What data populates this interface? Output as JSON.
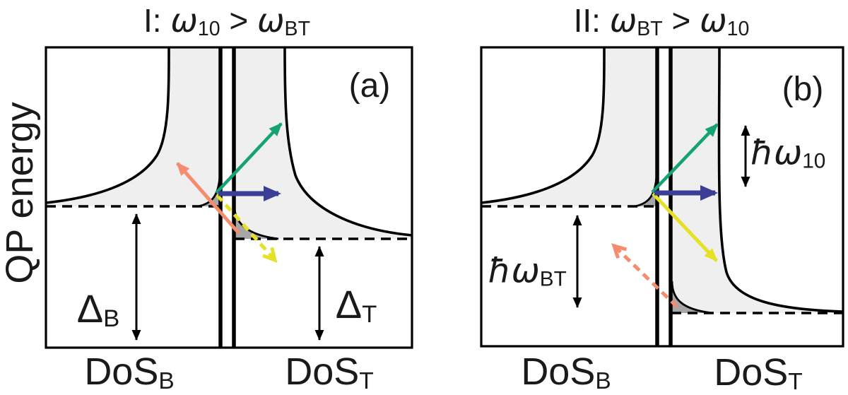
{
  "y_axis_label": "QP energy",
  "colors": {
    "green": "#16A374",
    "blue": "#3A3E96",
    "orange": "#F48C6D",
    "yellow": "#E4E126",
    "lightgray": "#EFEFEF",
    "darkgray": "#A6A6A6",
    "line": "#000000",
    "ink": "#1A1A1A"
  },
  "panel_a": {
    "marker": "(a)",
    "title": {
      "prefix": "I: ",
      "lhs": "ω",
      "lhs_sub": "10",
      "rel": " > ",
      "rhs": "ω",
      "rhs_sub": "BT"
    },
    "gap_left_label": {
      "base": "Δ",
      "sub": "B"
    },
    "gap_right_label": {
      "base": "Δ",
      "sub": "T"
    },
    "axis_left_label": {
      "base": "DoS",
      "sub": "B"
    },
    "axis_right_label": {
      "base": "DoS",
      "sub": "T"
    }
  },
  "panel_b": {
    "marker": "(b)",
    "title": {
      "prefix": "II: ",
      "lhs": "ω",
      "lhs_sub": "BT",
      "rel": " > ",
      "rhs": "ω",
      "rhs_sub": "10"
    },
    "photon_energy_label": {
      "base": "ħω",
      "sub": "BT"
    },
    "qubit_energy_label": {
      "base": "ħω",
      "sub": "10"
    },
    "axis_left_label": {
      "base": "DoS",
      "sub": "B"
    },
    "axis_right_label": {
      "base": "DoS",
      "sub": "T"
    }
  }
}
